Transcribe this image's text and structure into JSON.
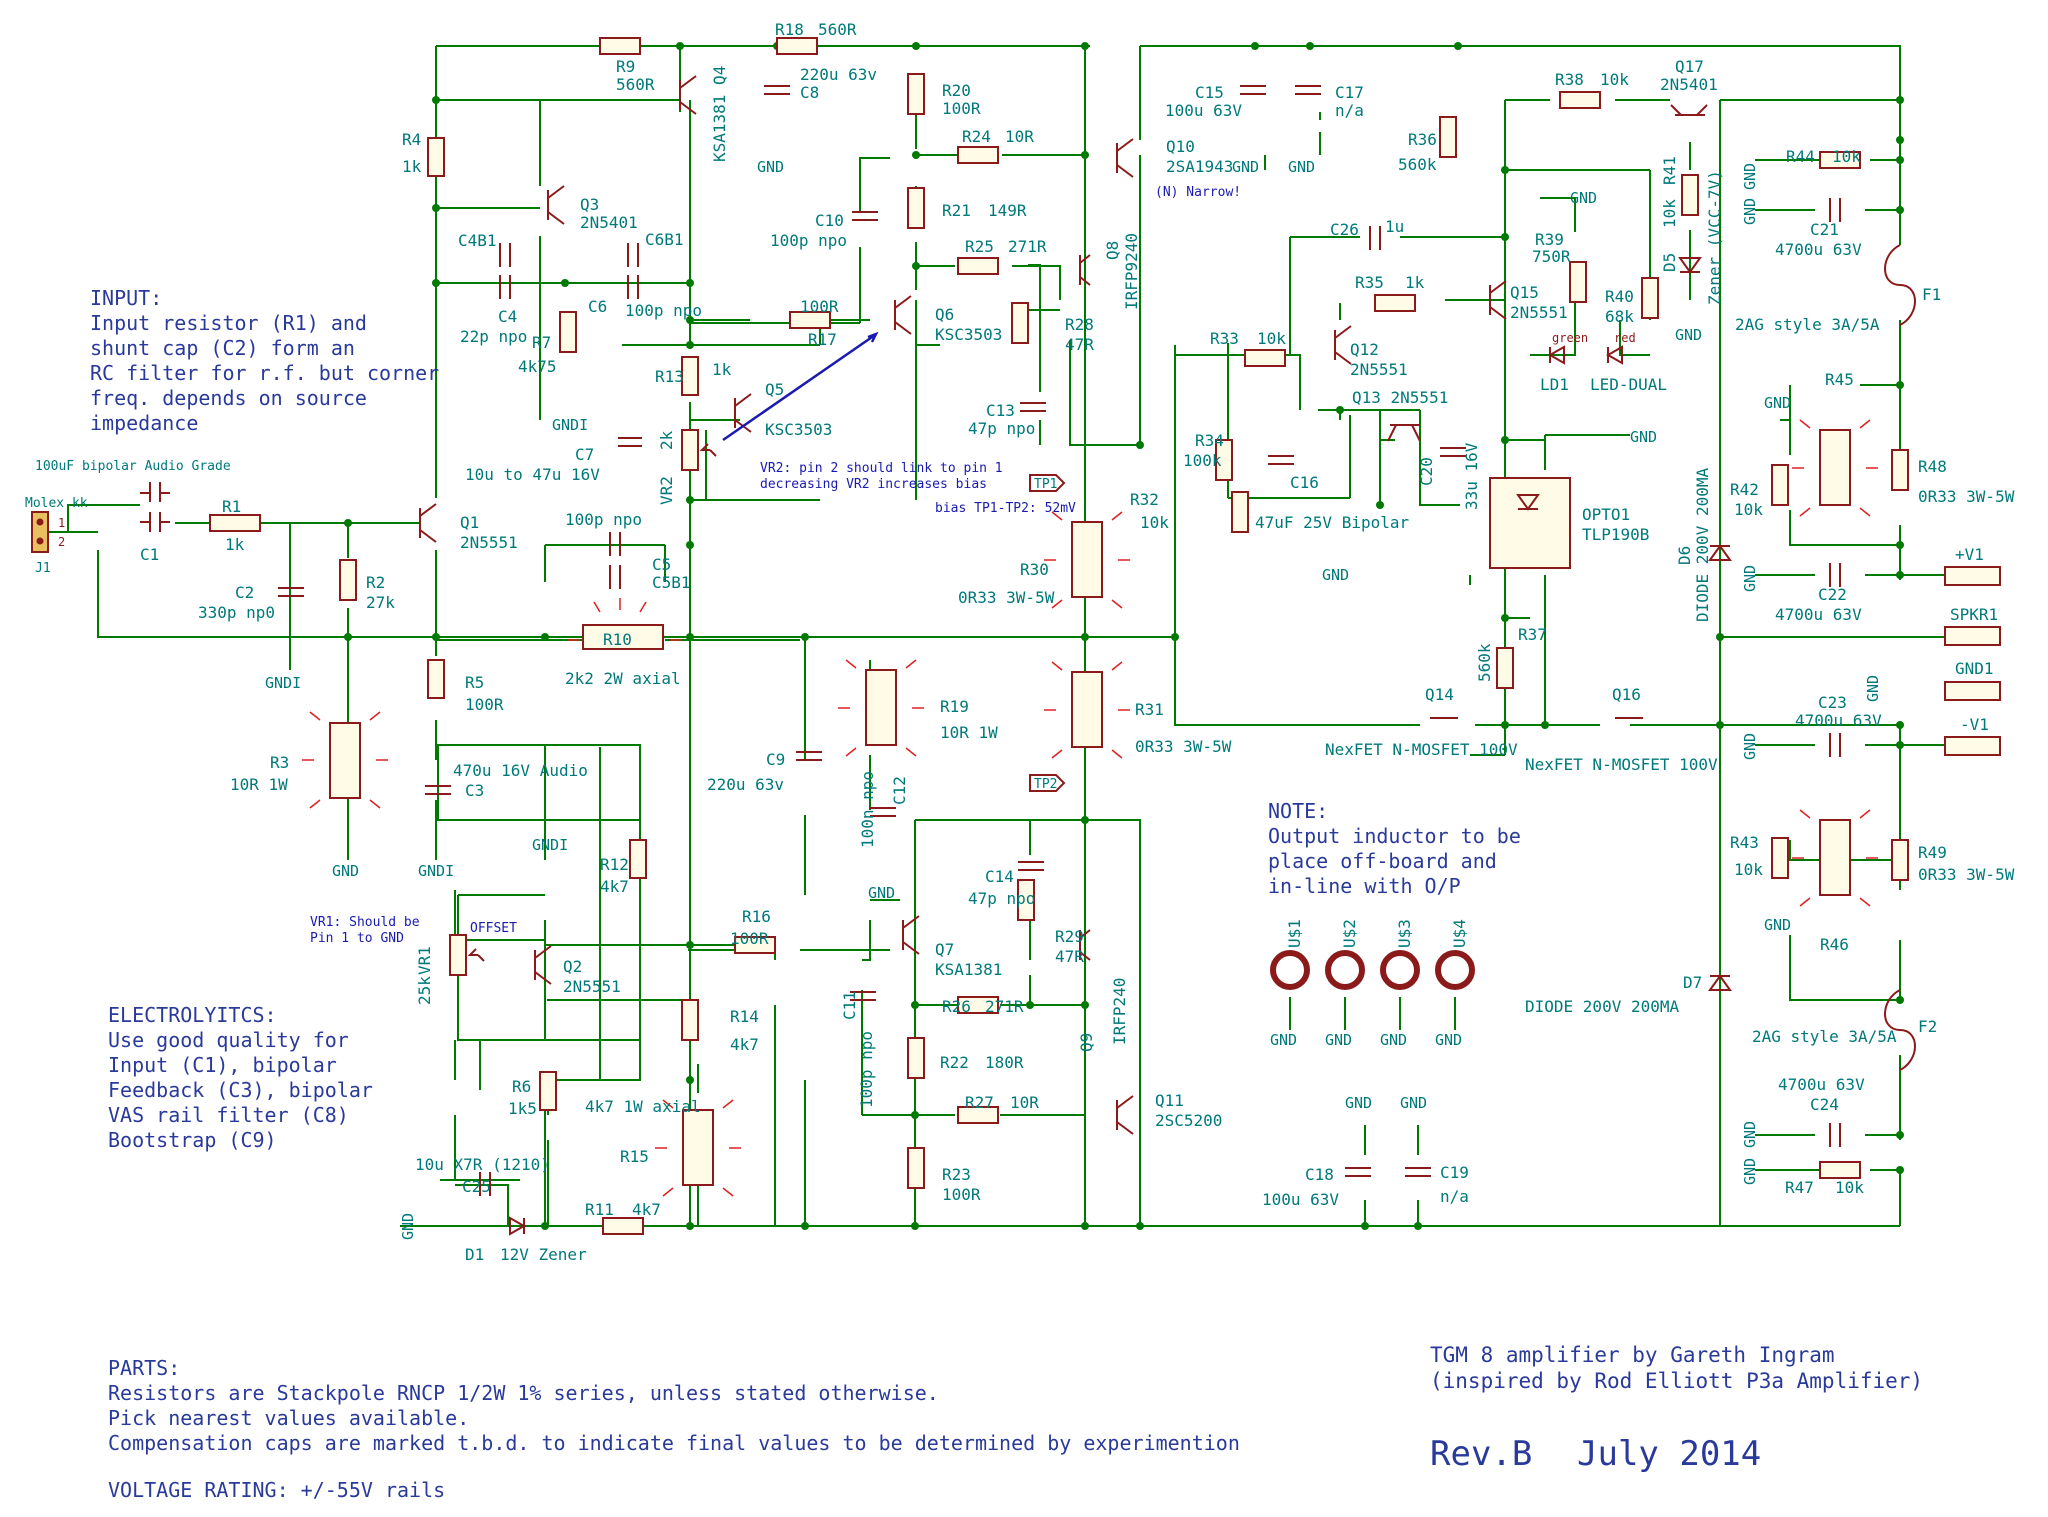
{
  "notes": {
    "input": [
      "INPUT:",
      "Input resistor (R1) and",
      "shunt cap (C2) form an",
      "RC filter for r.f. but corner",
      "freq. depends on source",
      "impedance"
    ],
    "electrolytics": [
      "ELECTROLYITCS:",
      "Use good quality for",
      "Input (C1), bipolar",
      "Feedback (C3), bipolar",
      "VAS rail filter (C8)",
      "Bootstrap (C9)"
    ],
    "parts": [
      "PARTS:",
      "Resistors are Stackpole RNCP 1/2W 1% series, unless stated otherwise.",
      "Pick nearest values available.",
      "Compensation caps are marked t.b.d. to indicate final values to be determined by experimention"
    ],
    "voltage": "VOLTAGE RATING:  +/-55V rails",
    "output": [
      "NOTE:",
      "Output inductor to be",
      "place off-board and",
      " in-line with O/P"
    ],
    "vr1": [
      "VR1: Should be",
      "Pin 1 to GND"
    ],
    "vr2": [
      "VR2: pin 2 should link to pin 1",
      "decreasing VR2 increases bias"
    ],
    "bias": "bias TP1-TP2: 52mV",
    "offset": "OFFSET",
    "narrow": "(N) Narrow!"
  },
  "title_block": {
    "title": "TGM 8  amplifier by Gareth Ingram",
    "subtitle": "(inspired by Rod Elliott P3a Amplifier)",
    "rev": "Rev.B",
    "date": "July 2014"
  },
  "connectors": {
    "j1": {
      "ref": "J1",
      "name": "Molex kk",
      "pins": [
        "1",
        "2"
      ]
    },
    "spkr": {
      "ref": "SPKR1"
    },
    "vpos": {
      "ref": "+V1"
    },
    "gnd1": {
      "ref": "GND1"
    },
    "vneg": {
      "ref": "-V1"
    },
    "tp1": "TP1",
    "tp2": "TP2"
  },
  "labels": {
    "gnd": "GND",
    "gndi": "GNDI",
    "c1_note": "100uF bipolar Audio Grade",
    "r1": "R1",
    "r1v": "1k",
    "c1": "C1",
    "c2": "C2",
    "c2v": "330p np0",
    "r2": "R2",
    "r2v": "27k",
    "r3": "R3",
    "r3v": "10R 1W",
    "q1": "Q1",
    "q1v": "2N5551",
    "r4": "R4",
    "r4v": "1k",
    "r5": "R5",
    "r5v": "100R",
    "c3": "C3",
    "c3v": "470u 16V Audio",
    "r9": "R9",
    "r9v": "560R",
    "q4": "KSA1381 Q4",
    "q3": "Q3",
    "q3v": "2N5401",
    "c4b1": "C4B1",
    "c4": "C4",
    "c4v": "22p npo",
    "c6b1": "C6B1",
    "c6": "C6",
    "c6v": "100p npo",
    "r7": "R7",
    "r7v": "4k75",
    "c7": "C7",
    "c7v": "10u to 47u 16V",
    "r13": "R13",
    "r13v": "1k",
    "q5": "Q5",
    "q5v": "KSC3503",
    "vr2": "VR2",
    "vr2v": "2k",
    "c5": "C5",
    "c5b1": "C5B1",
    "c5v": "100p npo",
    "r10": "R10",
    "r10v": "2k2 2W axial",
    "r18": "R18",
    "r18v": "560R",
    "c8": "C8",
    "c8v": "220u 63v",
    "r20": "R20",
    "r20v": "100R",
    "r24": "R24",
    "r24v": "10R",
    "r21": "R21",
    "r21v": "149R",
    "c10": "C10",
    "c10v": "100p npo",
    "r17": "R17",
    "r17v": "100R",
    "q6": "Q6",
    "q6v": "KSC3503",
    "r25": "R25",
    "r25v": "271R",
    "r28": "R28",
    "r28v": "47R",
    "q8": "Q8",
    "q8v": "IRFP9240",
    "c13": "C13",
    "c13v": "47p npo",
    "q10": "Q10",
    "q10v": "2SA1943",
    "r30": "R30",
    "r30v": "0R33 3W-5W",
    "r31": "R31",
    "r31v": "0R33 3W-5W",
    "r19": "R19",
    "r19v": "10R 1W",
    "c12": "C12",
    "c12v": "100n npo",
    "c9": "C9",
    "c9v": "220u 63v",
    "q2": "Q2",
    "q2v": "2N5551",
    "vr1": "VR1",
    "vr1v": "25k",
    "r12": "R12",
    "r12v": "4k7",
    "r6": "R6",
    "r6v": "1k5",
    "c25": "C25",
    "c25v": "10u X7R (1210)",
    "d1": "D1",
    "d1v": "12V Zener",
    "r11": "R11",
    "r11v": "4k7",
    "r14": "R14",
    "r14v": "4k7",
    "r15": "R15",
    "r15v": "4k7 1W axial",
    "r16": "R16",
    "r16v": "100R",
    "c11": "C11",
    "c11v": "100p npo",
    "q7": "Q7",
    "q7v": "KSA1381",
    "c14": "C14",
    "c14v": "47p npo",
    "r29": "R29",
    "r29v": "47R",
    "q9": "Q9",
    "q9v": "IRFP240",
    "r26": "R26",
    "r26v": "271R",
    "r22": "R22",
    "r22v": "180R",
    "r27": "R27",
    "r27v": "10R",
    "r23": "R23",
    "r23v": "100R",
    "q11": "Q11",
    "q11v": "2SC5200",
    "c15": "C15",
    "c15v": "100u 63V",
    "c17": "C17",
    "c17v": "n/a",
    "r36": "R36",
    "r36v": "560k",
    "c26": "C26",
    "c26v": "1u",
    "r35": "R35",
    "r35v": "1k",
    "r33": "R33",
    "r33v": "10k",
    "q12": "Q12",
    "q12v": "2N5551",
    "q13": "Q13 2N5551",
    "r34": "R34",
    "r34v": "100k",
    "c16": "C16",
    "c16v": "47uF 25V Bipolar",
    "c20": "C20",
    "c20v": "33u 16V",
    "r32": "R32",
    "r32v": "10k",
    "r38": "R38",
    "r38v": "10k",
    "q17": "Q17",
    "q17v": "2N5401",
    "r41": "R41",
    "r41v": "10k",
    "d5": "D5",
    "d5v": "Zener (VCC-7V)",
    "r39": "R39",
    "r39v": "750R",
    "r40": "R40",
    "r40v": "68k",
    "q15": "Q15",
    "q15v": "2N5551",
    "ld1": "LD1",
    "ld1v": "LED-DUAL",
    "green": "green",
    "red": "red",
    "opto": "OPTO1",
    "optov": "TLP190B",
    "r37": "R37",
    "r37v": "560k",
    "q14": "Q14",
    "q14v": "NexFET N-MOSFET 100V",
    "q16": "Q16",
    "q16v": "NexFET N-MOSFET 100V",
    "r44": "R44",
    "r44v": "10k",
    "c21": "C21",
    "c21v": "4700u 63V",
    "f1": "F1",
    "f1v": "2AG style 3A/5A",
    "r45": "R45",
    "r42": "R42",
    "r42v": "10k",
    "r48": "R48",
    "r48v": "0R33 3W-5W",
    "d6": "D6",
    "d6v": "DIODE  200V 200MA",
    "c22": "C22",
    "c22v": "4700u 63V",
    "c23": "C23",
    "c23v": "4700u 63V",
    "r43": "R43",
    "r43v": "10k",
    "r46": "R46",
    "r49": "R49",
    "r49v": "0R33 3W-5W",
    "d7": "D7",
    "d7v": "DIODE   200V 200MA",
    "f2": "F2",
    "f2v": "2AG style 3A/5A",
    "c24": "C24",
    "c24v": "4700u 63V",
    "r47": "R47",
    "r47v": "10k",
    "c18": "C18",
    "c18v": "100u 63V",
    "c19": "C19",
    "c19v": "n/a",
    "us": [
      "U$1",
      "U$2",
      "U$3",
      "U$4"
    ]
  }
}
